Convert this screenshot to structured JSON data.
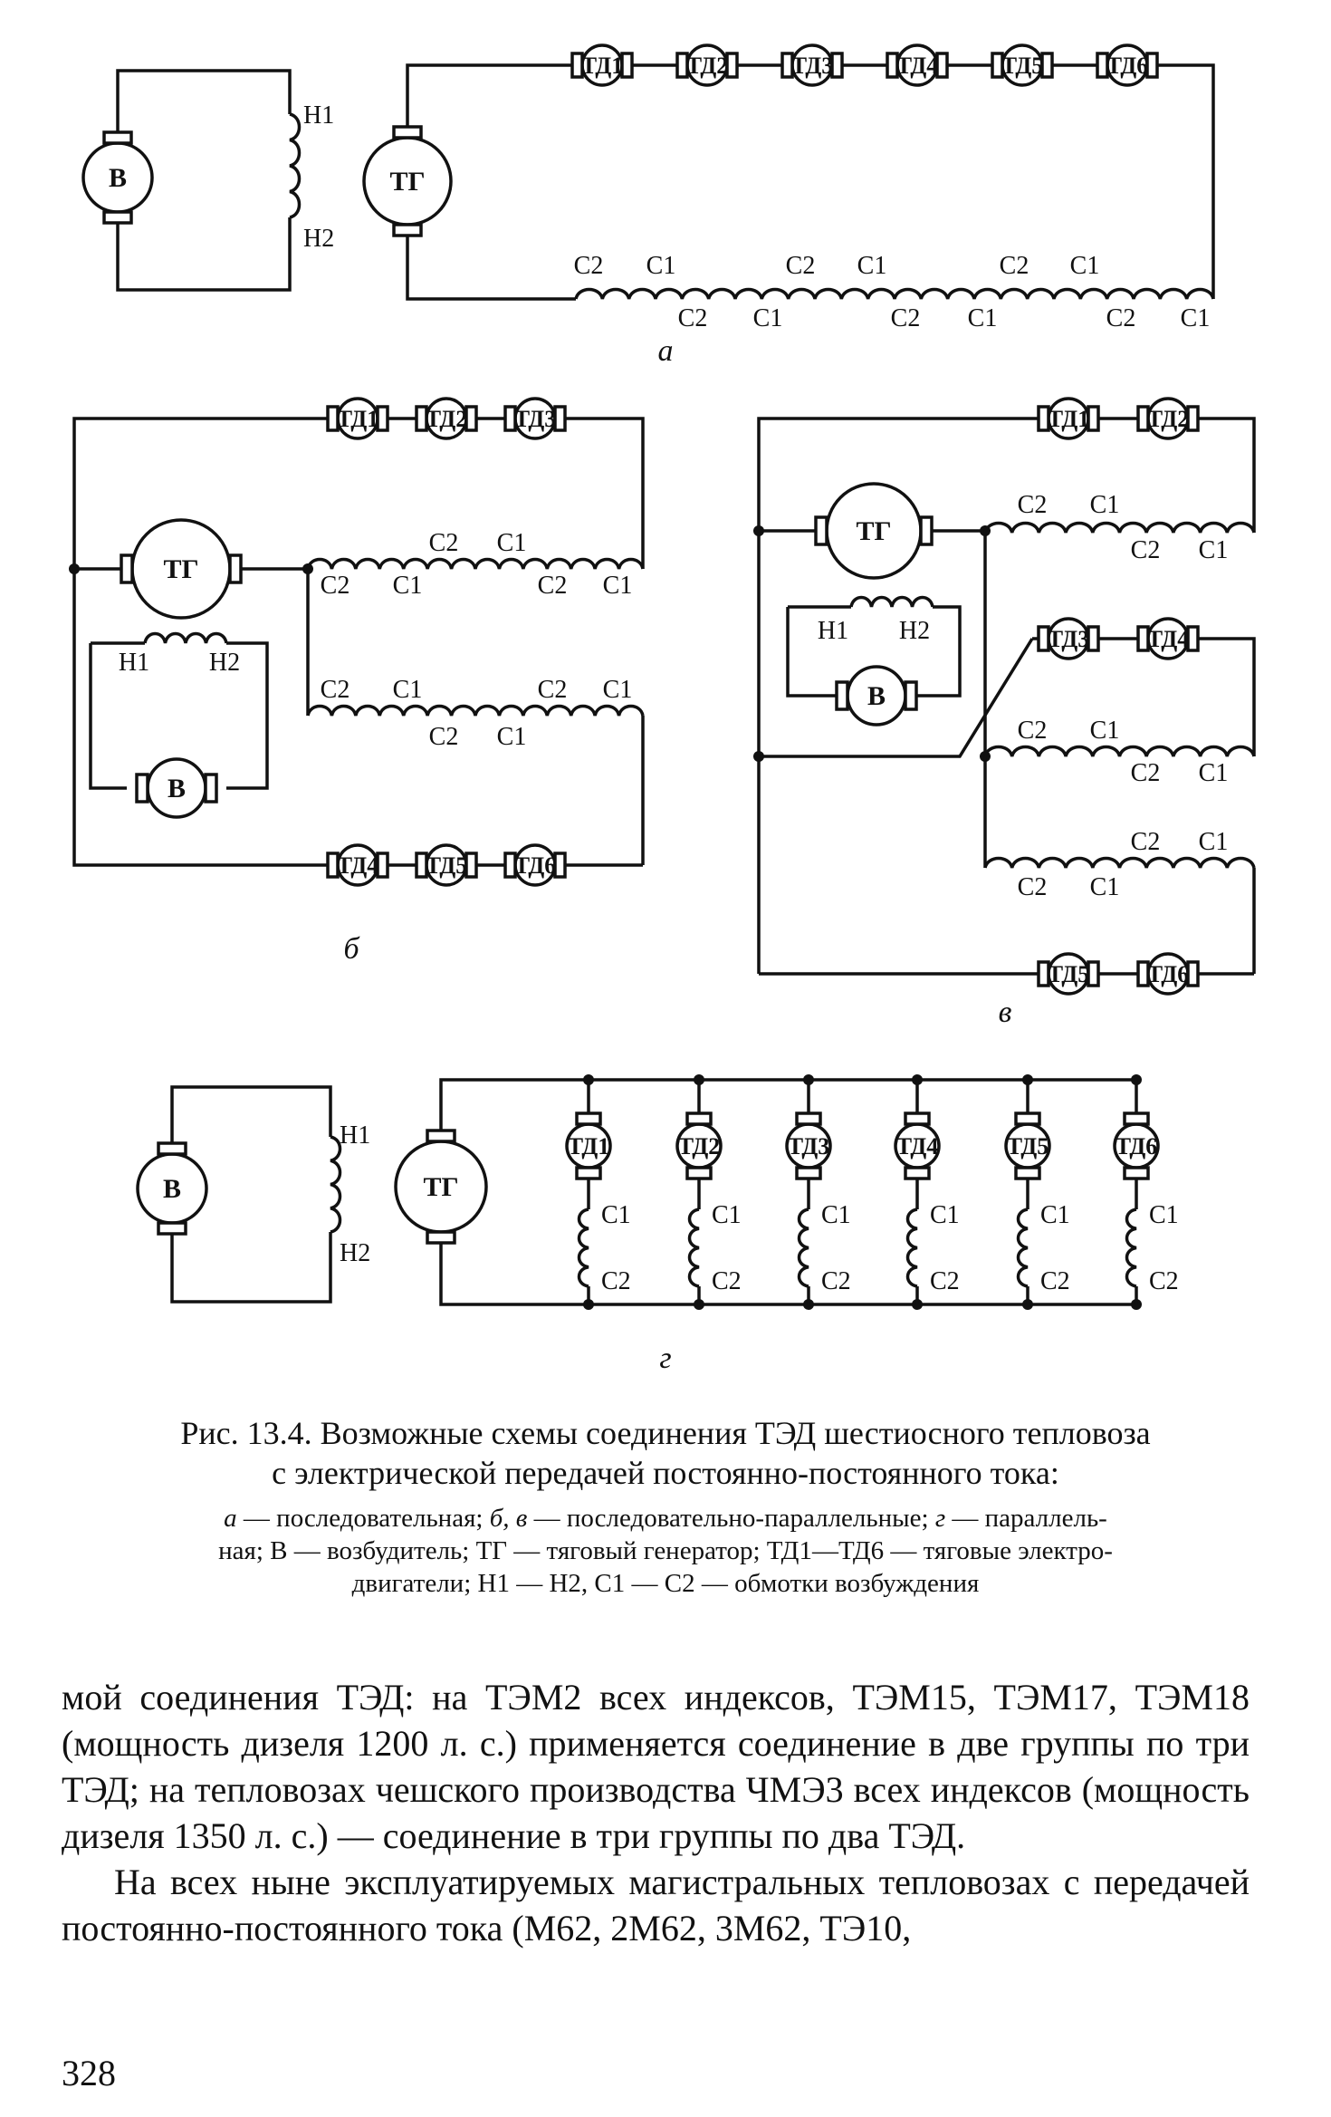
{
  "figure": {
    "labels": {
      "exciter": "В",
      "generator": "ТГ",
      "motors": [
        "ТД1",
        "ТД2",
        "ТД3",
        "ТД4",
        "ТД5",
        "ТД6"
      ],
      "h1": "Н1",
      "h2": "Н2",
      "c1": "С1",
      "c2": "С2"
    },
    "panels": {
      "a": "а",
      "b": "б",
      "v": "в",
      "g": "г"
    }
  },
  "caption": {
    "title_line1": "Рис. 13.4. Возможные схемы соединения ТЭД шестиосного тепловоза",
    "title_line2": "с электрической передачей постоянно-постоянного тока:",
    "legend": {
      "a_key": "а",
      "a_text": " — последовательная; ",
      "bv_key": "б, в",
      "bv_text": " — последовательно-параллельные; ",
      "g_key": "г",
      "g_text": " — параллель-",
      "line2": "ная; В — возбудитель; ТГ — тяговый генератор; ТД1—ТД6 — тяговые электро-",
      "line3": "двигатели; Н1 — Н2, С1 — С2 — обмотки возбуждения"
    }
  },
  "body": {
    "paragraph1": "мой соединения ТЭД: на ТЭМ2 всех индексов, ТЭМ15, ТЭМ17, ТЭМ18 (мощность дизеля 1200 л. с.) применяется соединение в две группы по три ТЭД; на тепловозах чешского производства ЧМЭ3 всех индексов (мощность дизеля 1350 л. с.) — соединение в три группы по два ТЭД.",
    "paragraph2": "На всех ныне эксплуатируемых магистральных тепловозах с передачей постоянно-постоянного тока (М62, 2М62, 3М62, ТЭ10,"
  },
  "page_number": "328"
}
